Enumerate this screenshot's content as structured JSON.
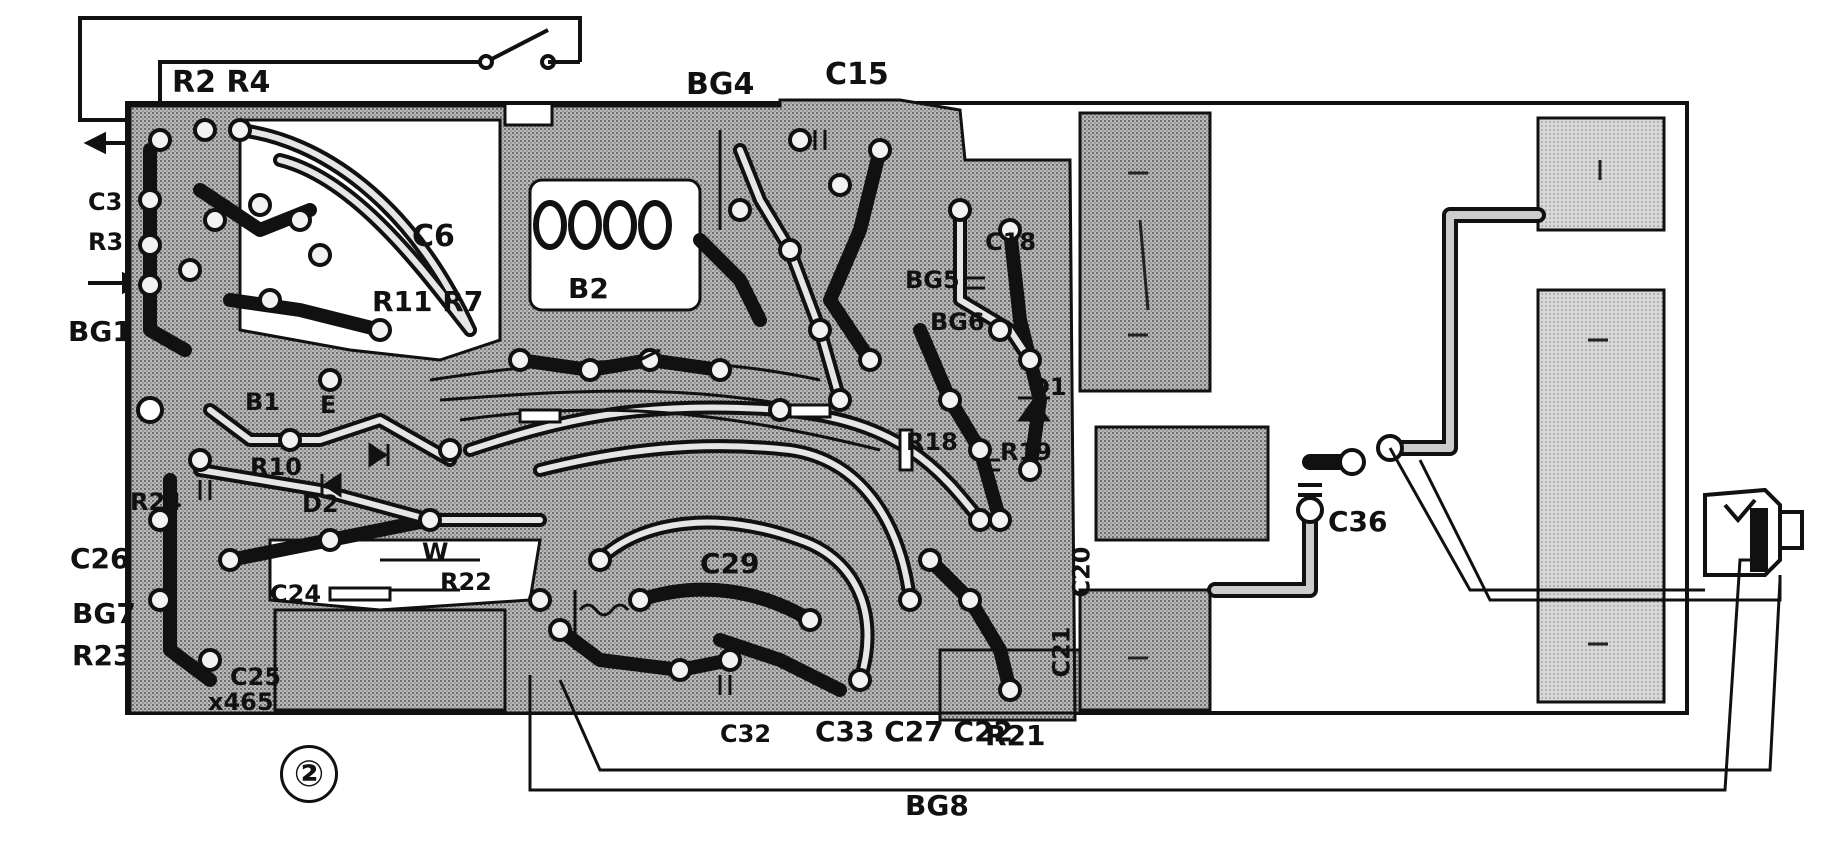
{
  "figure_number": "②",
  "labels": {
    "r2_r4": "R2 R4",
    "bg4": "BG4",
    "c15": "C15",
    "c3": "C3",
    "r3": "R3",
    "bg1": "BG1",
    "c6": "C6",
    "r11_r7": "R11 R7",
    "b2": "B2",
    "bg5": "BG5",
    "bg6": "BG6",
    "c18": "C18",
    "d1": "D1",
    "b1": "B1",
    "e": "E",
    "d2": "D2",
    "r10": "R10",
    "r18": "R18",
    "r19": "R19",
    "r24": "R24",
    "c26": "C26",
    "bg7": "BG7",
    "r23": "R23",
    "c24": "C24",
    "c25": "C25",
    "x465": "x465",
    "r22": "R22",
    "c29": "C29",
    "c20": "C20",
    "c21": "C21",
    "c36": "C36",
    "c32": "C32",
    "c33_c27_c22": "C33 C27 C22",
    "r21": "R21",
    "bg8": "BG8",
    "w": "W"
  }
}
